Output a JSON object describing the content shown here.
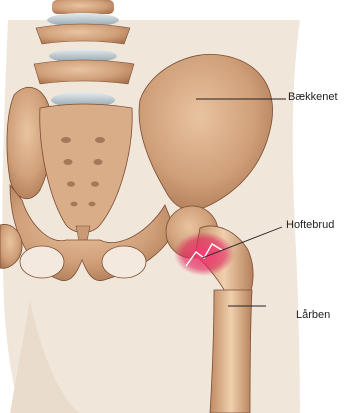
{
  "labels": {
    "pelvis": "Bækkenet",
    "fracture": "Hoftebrud",
    "femur": "Lårben"
  },
  "colors": {
    "skin": "#efe3d6",
    "bone": "#cfa27e",
    "bone_dark": "#8a5c3c",
    "disc": "#b9c6cd",
    "fracture": "#e0205a"
  }
}
